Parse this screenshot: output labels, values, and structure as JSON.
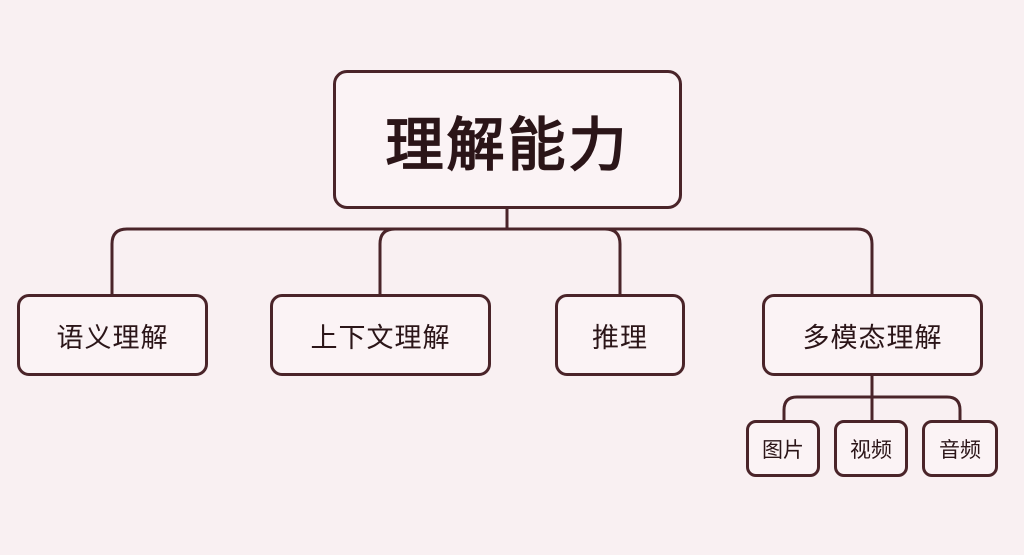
{
  "root": {
    "label": "理解能力"
  },
  "children": [
    {
      "label": "语义理解"
    },
    {
      "label": "上下文理解"
    },
    {
      "label": "推理"
    },
    {
      "label": "多模态理解"
    }
  ],
  "multimodal_children": [
    {
      "label": "图片"
    },
    {
      "label": "视频"
    },
    {
      "label": "音频"
    }
  ],
  "colors": {
    "background": "#f9f0f2",
    "stroke": "#4a2429",
    "text": "#2b1518"
  }
}
